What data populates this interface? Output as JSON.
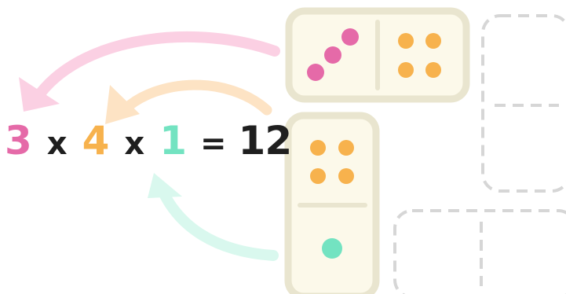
{
  "equation": {
    "factor_1": "3",
    "times_1": "x",
    "factor_2": "4",
    "times_2": "x",
    "factor_3": "1",
    "equals": "=",
    "product": "12"
  },
  "dominoes": [
    {
      "name": "horizontal-domino",
      "orientation": "horizontal",
      "left_pips": 3,
      "right_pips": 4,
      "left_color": "pink",
      "right_color": "orange"
    },
    {
      "name": "vertical-domino",
      "orientation": "vertical",
      "top_pips": 4,
      "bottom_pips": 1,
      "top_color": "orange",
      "bottom_color": "mint"
    }
  ],
  "placeholders": [
    {
      "name": "vertical-placeholder",
      "style": "dashed",
      "orientation": "vertical"
    },
    {
      "name": "horizontal-placeholder",
      "style": "dashed",
      "orientation": "horizontal"
    }
  ],
  "arrows": [
    {
      "name": "arrow-to-3",
      "from": "horizontal-domino-left",
      "to": "factor_1",
      "color": "pink"
    },
    {
      "name": "arrow-to-4",
      "from": "horizontal-domino-right",
      "to": "factor_2",
      "color": "orange"
    },
    {
      "name": "arrow-to-1",
      "from": "vertical-domino-bottom",
      "to": "factor_3",
      "color": "mint"
    }
  ],
  "colors": {
    "pink": "#e56aa8",
    "orange": "#f7b24d",
    "mint": "#73e3c1",
    "text_dark": "#1f1f1f",
    "domino_face": "#fcf9ea",
    "domino_border": "#e9e5cf",
    "placeholder": "#d6d6d6",
    "arrow_pink": "#fbd0e3",
    "arrow_orange": "#fde3c4",
    "arrow_mint": "#d9f8ee"
  }
}
